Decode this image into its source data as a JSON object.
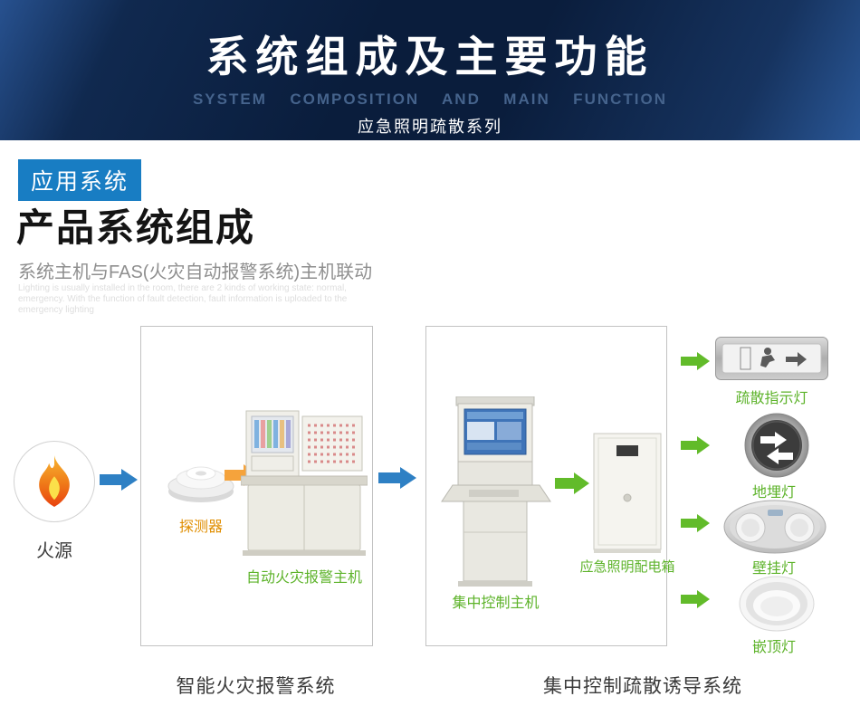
{
  "banner": {
    "title": "系统组成及主要功能",
    "subtitle_en": "SYSTEM  COMPOSITION  AND  MAIN  FUNCTION",
    "subtitle_cn": "应急照明疏散系列"
  },
  "section": {
    "tag": "应用系统",
    "heading": "产品系统组成",
    "subheading": "系统主机与FAS(火灾自动报警系统)主机联动",
    "note_lines": [
      "Lighting is usually installed in the room, there are 2 kinds of working state: normal,",
      "emergency. With the function of fault detection, fault information is uploaded to the",
      "emergency lighting"
    ]
  },
  "diagram": {
    "fire_label": "火源",
    "detector_label": "探测器",
    "alarm_host_label": "自动火灾报警主机",
    "control_host_label": "集中控制主机",
    "power_box_label": "应急照明配电箱",
    "devices": [
      {
        "label": "疏散指示灯"
      },
      {
        "label": "地埋灯"
      },
      {
        "label": "壁挂灯"
      },
      {
        "label": "嵌顶灯"
      }
    ],
    "caption_left": "智能火灾报警系统",
    "caption_right": "集中控制疏散诱导系统"
  },
  "colors": {
    "arrow-blue": "#2e80c4",
    "arrow-orange": "#f5a33c",
    "arrow-green": "#62bb2a",
    "label-orange": "#e08e00",
    "label-green": "#5db32a",
    "tag-blue": "#187dc3"
  }
}
